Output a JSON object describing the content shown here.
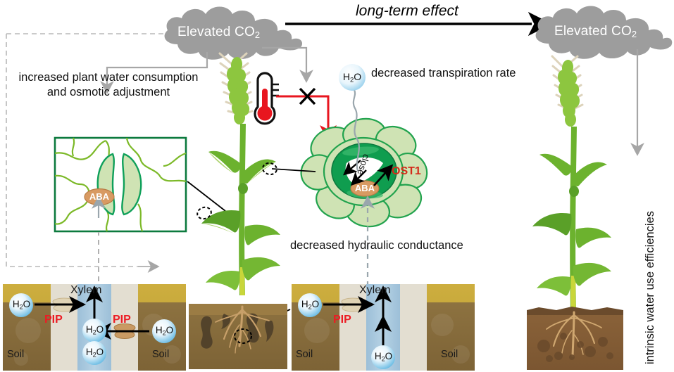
{
  "figure": {
    "title_arrow_label": "long-term effect",
    "clouds": [
      {
        "id": "left",
        "label_main": "Elevated CO",
        "label_sub": "2"
      },
      {
        "id": "right",
        "label_main": "Elevated CO",
        "label_sub": "2"
      }
    ],
    "annotations": {
      "left_text": "increased plant water consumption\nand osmotic adjustment",
      "transpiration": "decreased transpiration rate",
      "hydraulic": "decreased hydraulic conductance",
      "right_vertical": "intrinsic water use efficiencies"
    },
    "stomata_closed": {
      "close_label": "close",
      "ost1_label": "OST1",
      "aba_label": "ABA",
      "water_label_main": "H",
      "water_label_sub": "2",
      "water_label_tail": "O"
    },
    "stomata_open_inset": {
      "aba_label": "ABA"
    },
    "soil_panel_left": {
      "xylem": "Xylem",
      "soil_left": "Soil",
      "soil_right": "Soil",
      "pip_left": "PIP",
      "pip_right": "PIP",
      "water_molecules": [
        {
          "pos": "soil-left"
        },
        {
          "pos": "xylem-mid"
        },
        {
          "pos": "xylem-low"
        },
        {
          "pos": "soil-right"
        }
      ]
    },
    "soil_panel_right": {
      "xylem": "Xylem",
      "soil_left": "Soil",
      "soil_right": "Soil",
      "pip_left": "PIP",
      "water_molecules": [
        {
          "pos": "soil-left"
        },
        {
          "pos": "xylem-low"
        }
      ]
    },
    "water_glyph": {
      "main": "H",
      "sub": "2",
      "tail": "O"
    },
    "colors": {
      "cloud_gray": "#9d9d9d",
      "arrow_gray": "#a6a6a6",
      "red": "#e8161f",
      "ost1_red": "#d42a1a",
      "pip_red": "#ec1c24",
      "leaf_green": "#5faa31",
      "dark_green": "#0f9d4f",
      "inset_border": "#0c7a3e",
      "guard_fill": "#cfe3b4",
      "aba_fill": "#d89a62",
      "soil_top": "#c9a83c",
      "soil_bottom": "#8a6f3a",
      "soil_right_plant": "#7d5a36",
      "xylem_blue": "#a8c6dc",
      "cell_wall": "#e3ded1",
      "water_blue": "#7fc4e8"
    }
  }
}
